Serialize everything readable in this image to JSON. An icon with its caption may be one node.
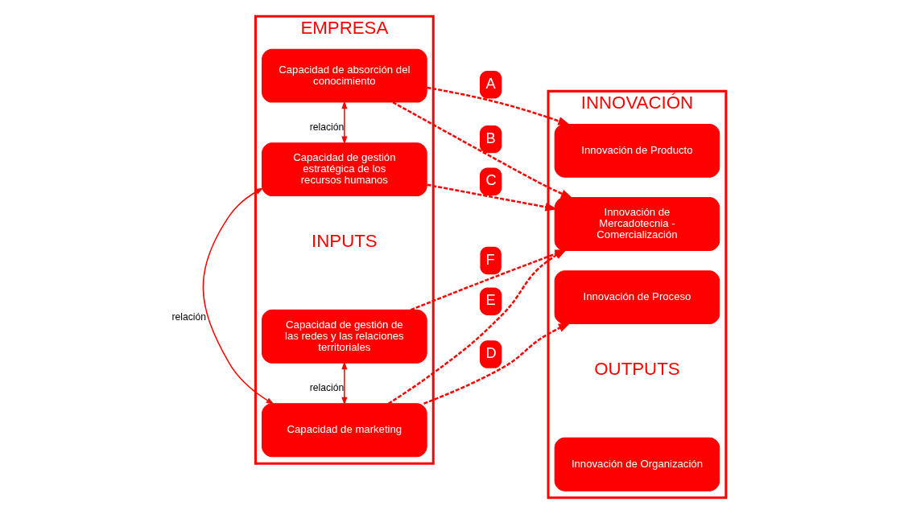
{
  "diagram": {
    "nodes": [
      {
        "text": [
          "EMPRESA"
        ],
        "beside": [
          "INPUTS"
        ]
      },
      {
        "text": [
          "Capacidad de absorción del conocimiento"
        ],
        "in": 0
      },
      {
        "text": [
          "Capacidad de gestión estratégica de los recursos humanos"
        ],
        "in": 0
      },
      {
        "text": [
          "Capacidad de marketing"
        ],
        "in": 0
      },
      {
        "text": [
          "Capacidad de gestión de las redes y las relaciones territoriales"
        ],
        "in": 0
      },
      {
        "text": [
          "INNOVACIÓN"
        ],
        "beside": [
          "OUTPUTS"
        ]
      },
      {
        "text": [
          "Innovación de Producto"
        ],
        "in": 5
      },
      {
        "text": [
          "Innovación de Proceso"
        ],
        "in": 5
      },
      {
        "text": [
          "Innovación de Mercadotecnia - Comercialización"
        ],
        "in": 5
      },
      {
        "text": [
          "Innovación de Organización"
        ],
        "in": 5
      }
    ],
    "edges": [
      {
        "from": 1,
        "to": 2,
        "arrow": "both",
        "label": "relación"
      },
      {
        "from": 2,
        "to": 3,
        "arrow": "both",
        "label": "relación"
      },
      {
        "from": 3,
        "to": 4,
        "arrow": "both",
        "label": "relación"
      },
      {
        "from": 1,
        "to": 6,
        "arrow": "to",
        "label": "A",
        "style": "dashed"
      },
      {
        "from": 1,
        "to": 8,
        "arrow": "to",
        "label": "B",
        "style": "dashed"
      },
      {
        "from": 2,
        "to": 8,
        "arrow": "to",
        "label": "C",
        "style": "dashed"
      },
      {
        "from": 3,
        "to": 7,
        "arrow": "to",
        "label": "D",
        "style": "dashed"
      },
      {
        "from": 3,
        "to": 8,
        "arrow": "to",
        "label": "E",
        "style": "dashed"
      },
      {
        "from": 4,
        "to": 8,
        "arrow": "to",
        "label": "F",
        "style": "dashed"
      }
    ]
  }
}
